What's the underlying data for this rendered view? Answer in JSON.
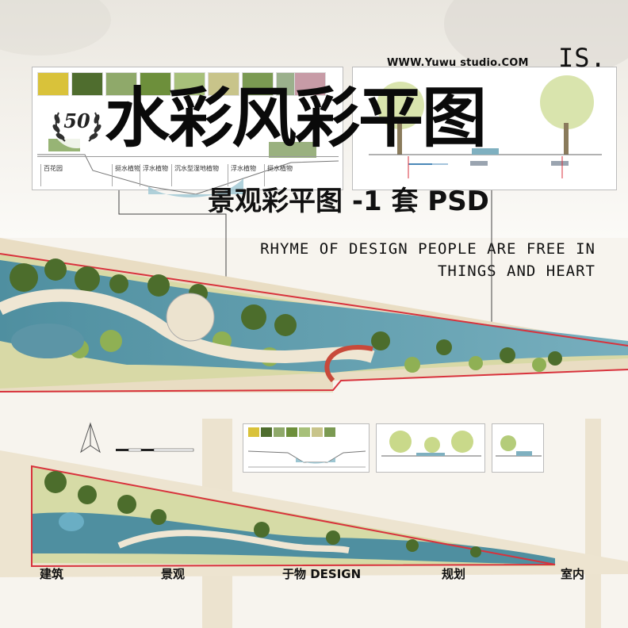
{
  "header": {
    "studio": "WWW.Yuwu studio.COM",
    "mark": "IS."
  },
  "badge": {
    "number": "50"
  },
  "title": {
    "main": "水彩风彩平图",
    "sub": "景观彩平图 -1 套 PSD",
    "tagline": "RHYME OF DESIGN PEOPLE ARE FREE IN\nTHINGS AND HEART"
  },
  "section_labels": [
    "百花园",
    "挺水植物",
    "浮水植物",
    "沉水型湿地植物",
    "浮水植物",
    "挺水植物"
  ],
  "bottom_labels": [
    "建筑",
    "景观",
    "于物 DESIGN",
    "规划",
    "室内"
  ],
  "colors": {
    "water": "#5f9fae",
    "water_dark": "#3f7f90",
    "green": "#7ea24a",
    "green_dark": "#4c6d2c",
    "path": "#e8dcc2",
    "boundary": "#d8323c",
    "paper": "#f7f4ee"
  }
}
